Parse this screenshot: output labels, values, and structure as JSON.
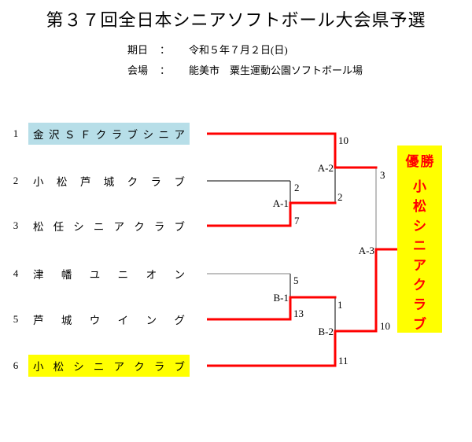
{
  "title": "第３７回全日本シニアソフトボール大会県予選",
  "meta": {
    "date_label": "期日",
    "colon": "：",
    "date_value": "令和５年７月２日(日)",
    "venue_label": "会場",
    "venue_value": "能美市　粟生運動公園ソフトボール場"
  },
  "teams": [
    {
      "seed": "1",
      "name": "金沢ＳＦクラブシニア",
      "highlight": "#b7dee8"
    },
    {
      "seed": "2",
      "name": "小松芦城クラブ",
      "highlight": ""
    },
    {
      "seed": "3",
      "name": "松任シニアクラブ",
      "highlight": ""
    },
    {
      "seed": "4",
      "name": "津幡ユニオン",
      "highlight": ""
    },
    {
      "seed": "5",
      "name": "芦城ウイング",
      "highlight": ""
    },
    {
      "seed": "6",
      "name": "小松シニアクラブ",
      "highlight": "#ffff00"
    }
  ],
  "bracket": {
    "matches": [
      {
        "id": "A-1",
        "score_top": "2",
        "score_bottom": "7"
      },
      {
        "id": "A-2",
        "score_top": "10",
        "score_bottom": "2"
      },
      {
        "id": "B-1",
        "score_top": "5",
        "score_bottom": "13"
      },
      {
        "id": "B-2",
        "score_top": "1",
        "score_bottom": "11"
      },
      {
        "id": "A-3",
        "score_top": "3",
        "score_bottom": "10"
      }
    ]
  },
  "champion": {
    "label": "優勝",
    "name": "小松シニアクラブ"
  },
  "colors": {
    "winner_line": "#ff0000",
    "loser_line": "#000000",
    "neutral_line": "#808080",
    "seed1_highlight": "#b7dee8",
    "seed6_highlight": "#ffff00",
    "champion_bg": "#ffff00",
    "champion_text": "#ff0000"
  }
}
